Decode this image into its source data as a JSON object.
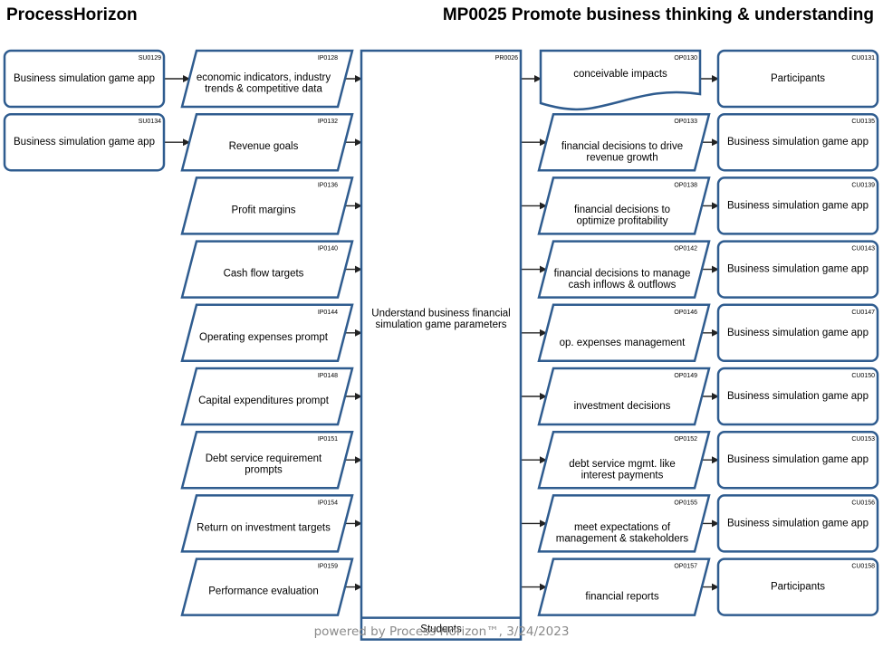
{
  "header": {
    "brand": "ProcessHorizon",
    "title": "MP0025 Promote business thinking & understanding"
  },
  "suppliers": [
    {
      "code": "SU0129",
      "label": "Business simulation game app"
    },
    {
      "code": "SU0134",
      "label": "Business simulation game app"
    }
  ],
  "inputs": [
    {
      "code": "IP0128",
      "label": [
        "economic indicators, industry",
        "trends & competitive data"
      ]
    },
    {
      "code": "IP0132",
      "label": [
        "Revenue goals"
      ]
    },
    {
      "code": "IP0136",
      "label": [
        "Profit margins"
      ]
    },
    {
      "code": "IP0140",
      "label": [
        "Cash flow targets"
      ]
    },
    {
      "code": "IP0144",
      "label": [
        "Operating expenses prompt"
      ]
    },
    {
      "code": "IP0148",
      "label": [
        "Capital expenditures prompt"
      ]
    },
    {
      "code": "IP0151",
      "label": [
        "Debt service requirement",
        "prompts"
      ]
    },
    {
      "code": "IP0154",
      "label": [
        "Return on investment targets"
      ]
    },
    {
      "code": "IP0159",
      "label": [
        "Performance evaluation"
      ]
    }
  ],
  "process": {
    "code": "PR0026",
    "label": [
      "Understand business financial",
      "simulation game parameters"
    ],
    "role": "Students"
  },
  "outputs": [
    {
      "code": "OP0130",
      "label": [
        "conceivable impacts"
      ]
    },
    {
      "code": "OP0133",
      "label": [
        "financial decisions to drive",
        "revenue growth"
      ]
    },
    {
      "code": "OP0138",
      "label": [
        "financial decisions to",
        "optimize profitability"
      ]
    },
    {
      "code": "OP0142",
      "label": [
        "financial decisions to manage",
        "cash inflows & outflows"
      ]
    },
    {
      "code": "OP0146",
      "label": [
        "op. expenses management"
      ]
    },
    {
      "code": "OP0149",
      "label": [
        "investment decisions"
      ]
    },
    {
      "code": "OP0152",
      "label": [
        "debt service mgmt. like",
        "interest payments"
      ]
    },
    {
      "code": "OP0155",
      "label": [
        "meet expectations of",
        "management & stakeholders"
      ]
    },
    {
      "code": "OP0157",
      "label": [
        "financial reports"
      ]
    }
  ],
  "customers": [
    {
      "code": "CU0131",
      "label": "Participants"
    },
    {
      "code": "CU0135",
      "label": "Business simulation game app"
    },
    {
      "code": "CU0139",
      "label": "Business simulation game app"
    },
    {
      "code": "CU0143",
      "label": "Business simulation game app"
    },
    {
      "code": "CU0147",
      "label": "Business simulation game app"
    },
    {
      "code": "CU0150",
      "label": "Business simulation game app"
    },
    {
      "code": "CU0153",
      "label": "Business simulation game app"
    },
    {
      "code": "CU0156",
      "label": "Business simulation game app"
    },
    {
      "code": "CU0158",
      "label": "Participants"
    }
  ],
  "footer": "powered by Process Horizon™, 3/24/2023",
  "colors": {
    "shape_stroke": "#2f5c8f",
    "connector": "#222222",
    "footer_text": "#8a8a8a"
  }
}
